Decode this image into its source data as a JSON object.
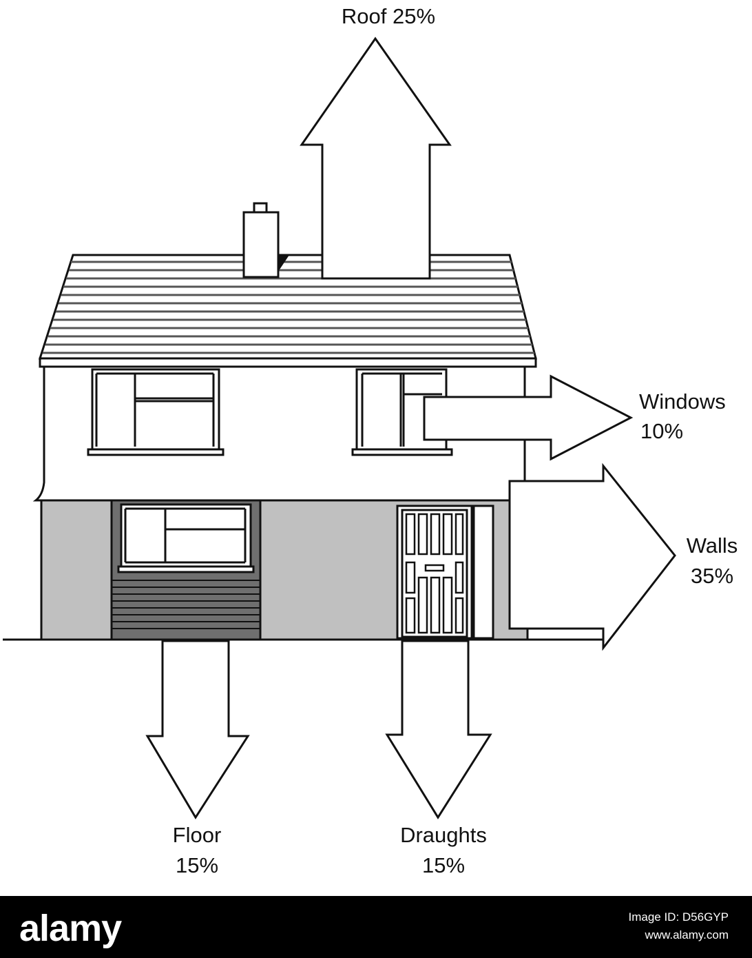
{
  "labels": {
    "roof": "Roof 25%",
    "windows_name": "Windows",
    "windows_value": "10%",
    "walls_name": "Walls",
    "walls_value": "35%",
    "floor_name": "Floor",
    "floor_value": "15%",
    "draughts_name": "Draughts",
    "draughts_value": "15%"
  },
  "heat_loss": [
    {
      "part": "Roof",
      "percent": 25
    },
    {
      "part": "Windows",
      "percent": 10
    },
    {
      "part": "Walls",
      "percent": 35
    },
    {
      "part": "Floor",
      "percent": 15
    },
    {
      "part": "Draughts",
      "percent": 15
    }
  ],
  "colors": {
    "line": "#111111",
    "ground_floor_fill": "#c0c0c0",
    "dark_panel": "#6f6f6f",
    "background": "#ffffff",
    "footer": "#000000"
  },
  "footer": {
    "brand": "alamy",
    "image_id": "Image ID: D56GYP",
    "site": "www.alamy.com"
  }
}
